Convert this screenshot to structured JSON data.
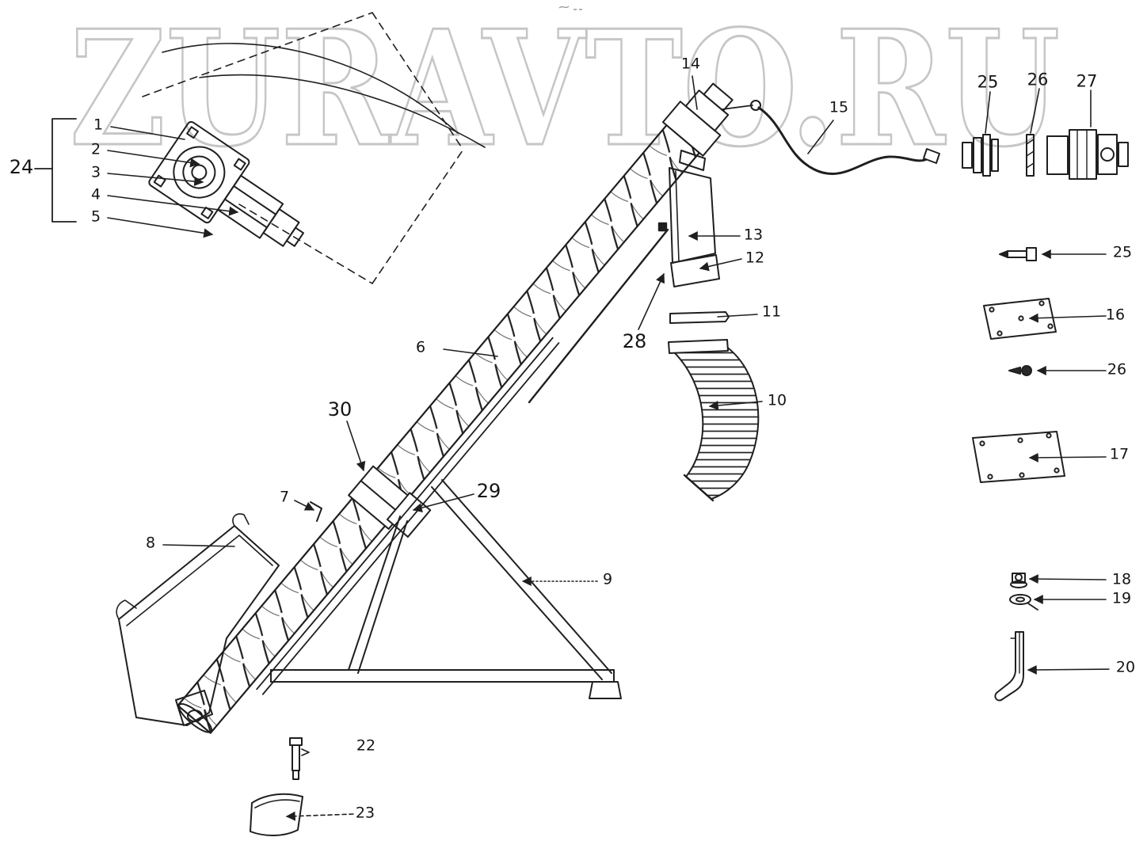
{
  "watermark": {
    "text": "ZURAVTO.RU"
  },
  "callouts": {
    "n1": "1",
    "n2": "2",
    "n3": "3",
    "n4": "4",
    "n5": "5",
    "n6": "6",
    "n7": "7",
    "n8": "8",
    "n9": "9",
    "n10": "10",
    "n11": "11",
    "n12": "12",
    "n13": "13",
    "n14": "14",
    "n15": "15",
    "n16": "16",
    "n17": "17",
    "n18": "18",
    "n19": "19",
    "n20": "20",
    "n22": "22",
    "n23": "23",
    "n24": "24",
    "n25_top": "25",
    "n26_top": "26",
    "n27": "27",
    "n25_side": "25",
    "n26_side": "26",
    "n28": "28",
    "n29": "29",
    "n30": "30"
  }
}
